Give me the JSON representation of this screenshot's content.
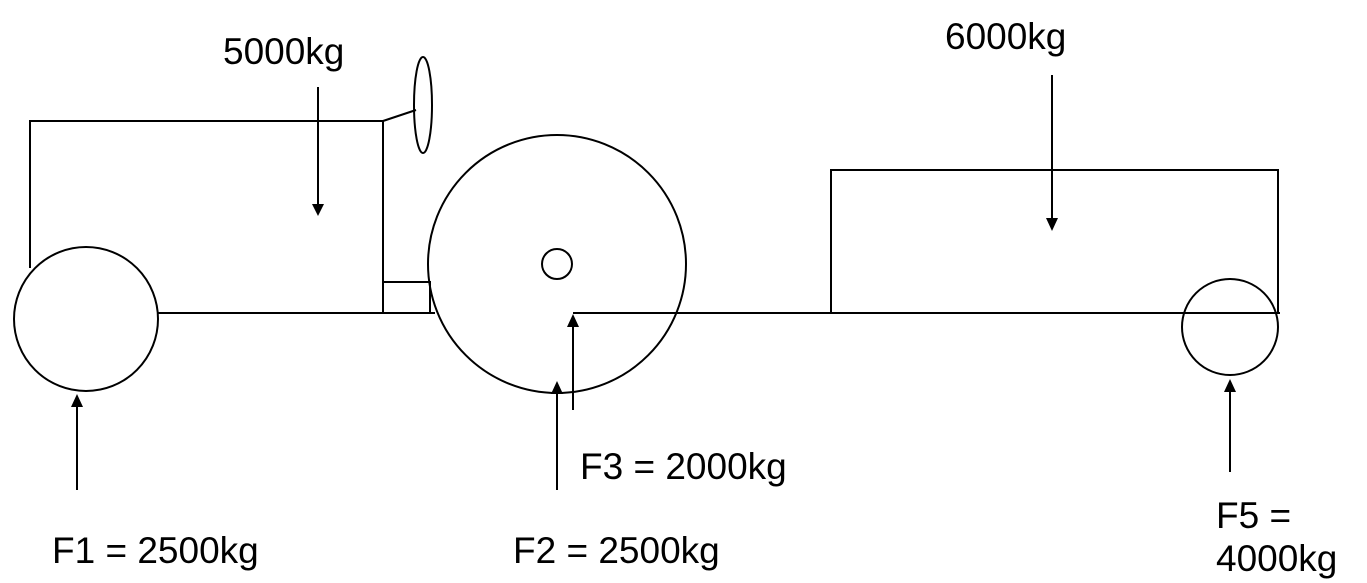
{
  "loads": {
    "tractor_weight": "5000kg",
    "trailer_weight": "6000kg"
  },
  "forces": {
    "f1": "F1 = 2500kg",
    "f2": "F2 = 2500kg",
    "f3": "F3 = 2000kg",
    "f5_line1": "F5 =",
    "f5_line2": "4000kg"
  }
}
